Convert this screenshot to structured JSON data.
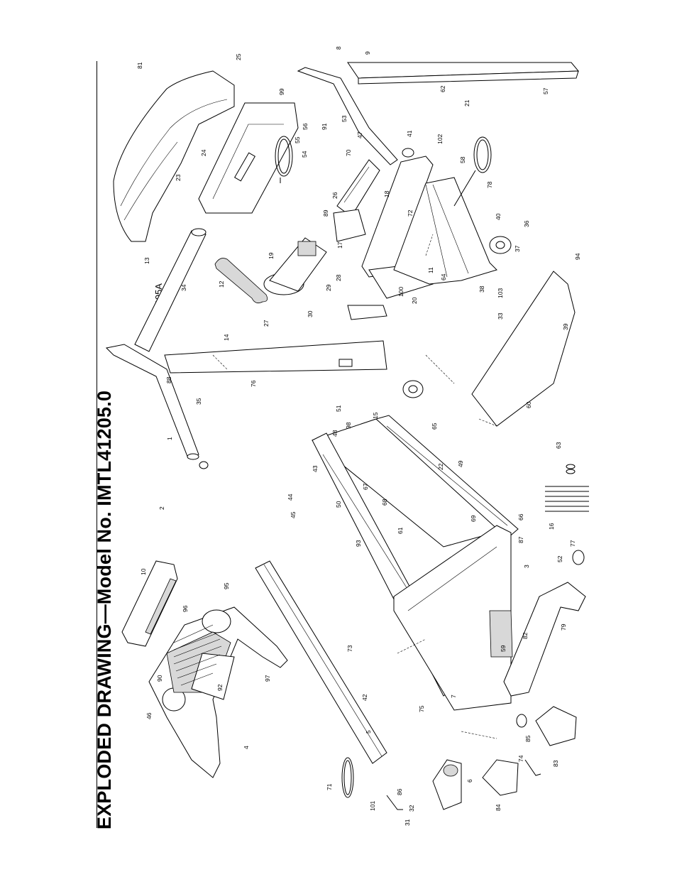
{
  "title": "EXPLODED DRAWING—Model No. IMTL41205.0",
  "drawing_code": "R0905A",
  "part_labels": [
    "1",
    "2",
    "3",
    "4",
    "5",
    "6",
    "7",
    "8",
    "9",
    "10",
    "11",
    "12",
    "13",
    "14",
    "15",
    "16",
    "17",
    "18",
    "19",
    "20",
    "21",
    "22",
    "23",
    "24",
    "25",
    "26",
    "27",
    "28",
    "29",
    "30",
    "31",
    "32",
    "33",
    "34",
    "35",
    "36",
    "37",
    "38",
    "39",
    "40",
    "41",
    "42",
    "43",
    "44",
    "45",
    "46",
    "47",
    "48",
    "49",
    "50",
    "51",
    "52",
    "53",
    "54",
    "55",
    "56",
    "57",
    "58",
    "59",
    "60",
    "61",
    "62",
    "63",
    "64",
    "65",
    "66",
    "67",
    "68",
    "69",
    "70",
    "71",
    "72",
    "73",
    "74",
    "75",
    "76",
    "77",
    "78",
    "79",
    "81",
    "82",
    "83",
    "84",
    "85",
    "86",
    "87",
    "88",
    "89",
    "90",
    "91",
    "92",
    "93",
    "94",
    "95",
    "96",
    "97",
    "98",
    "99",
    "100",
    "101",
    "102",
    "103"
  ]
}
